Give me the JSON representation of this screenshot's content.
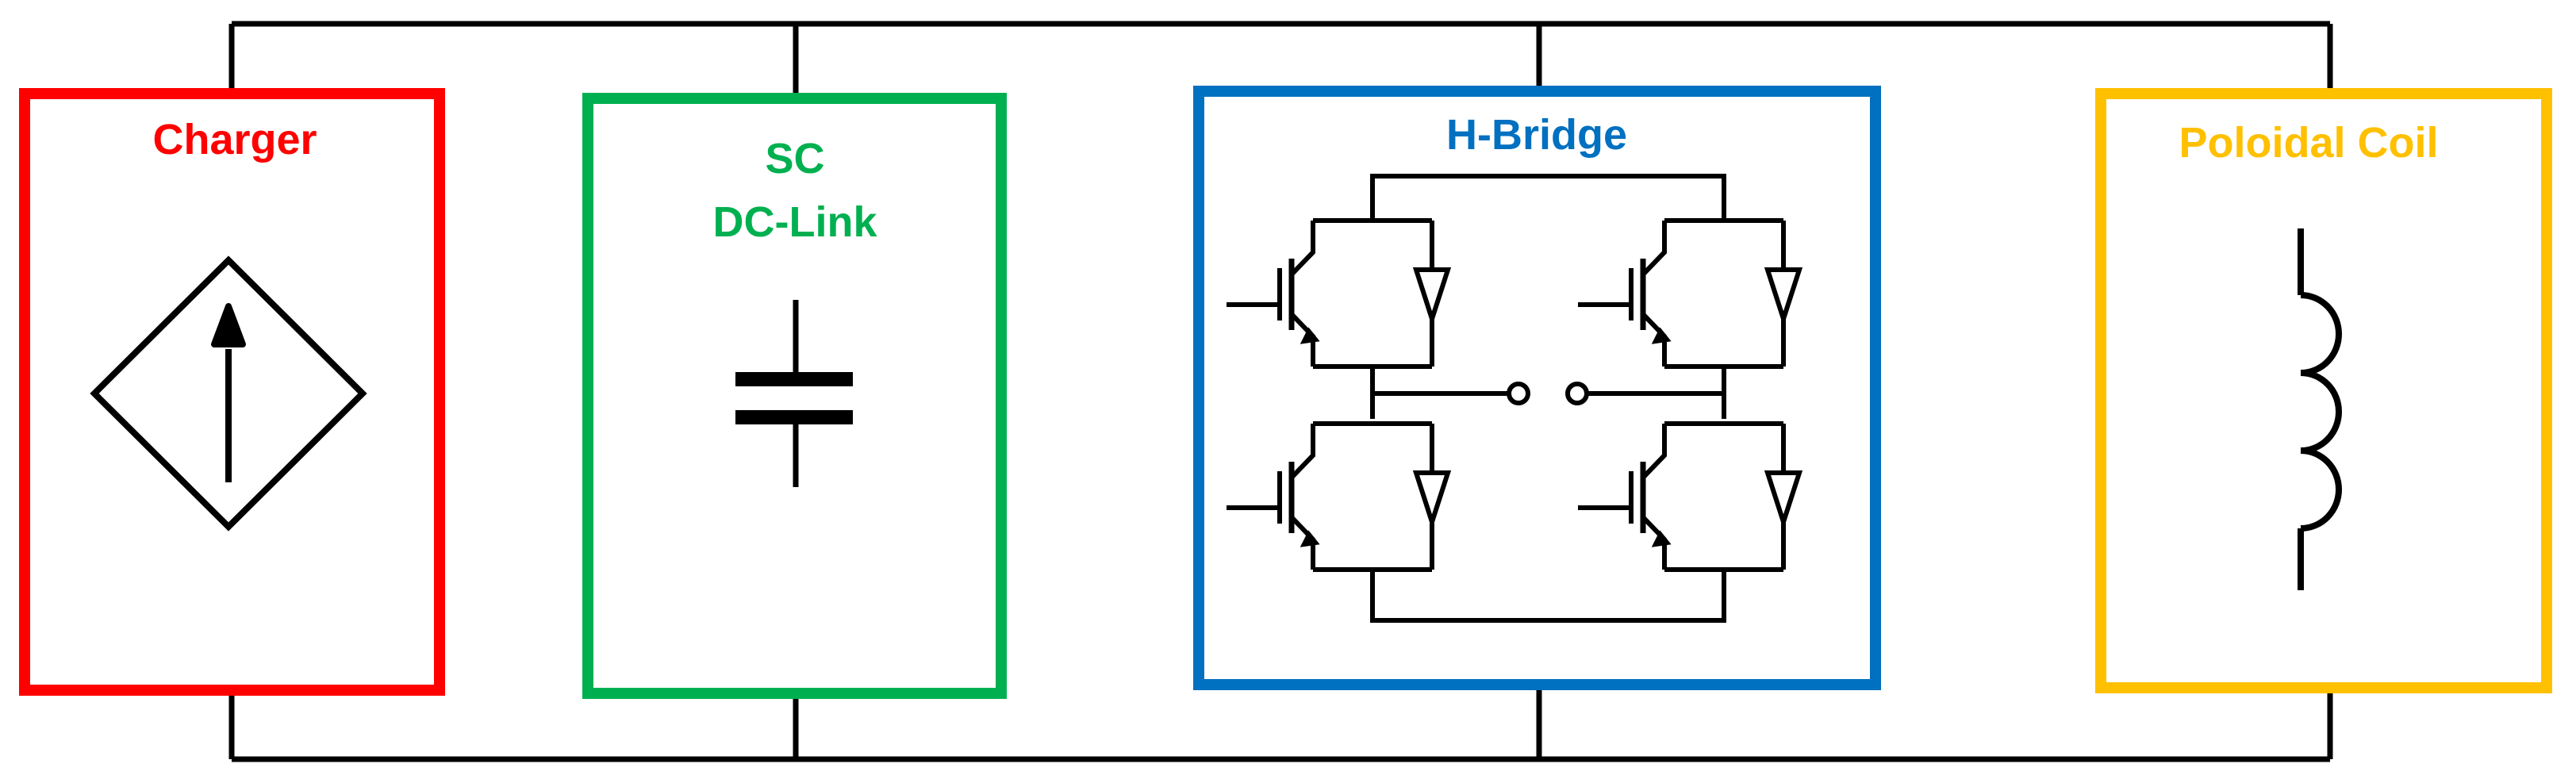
{
  "blocks": {
    "charger": {
      "label": "Charger",
      "color": "#ff0000",
      "symbol": "dependent-current-source-icon"
    },
    "sc_dc_link": {
      "label_line1": "SC",
      "label_line2": "DC-Link",
      "color": "#00b050",
      "symbol": "capacitor-icon"
    },
    "h_bridge": {
      "label": "H-Bridge",
      "color": "#0070c0",
      "symbol": "igbt-full-bridge-icon"
    },
    "poloidal_coil": {
      "label": "Poloidal Coil",
      "color": "#ffc000",
      "symbol": "inductor-icon"
    }
  },
  "wire_color": "#000000"
}
